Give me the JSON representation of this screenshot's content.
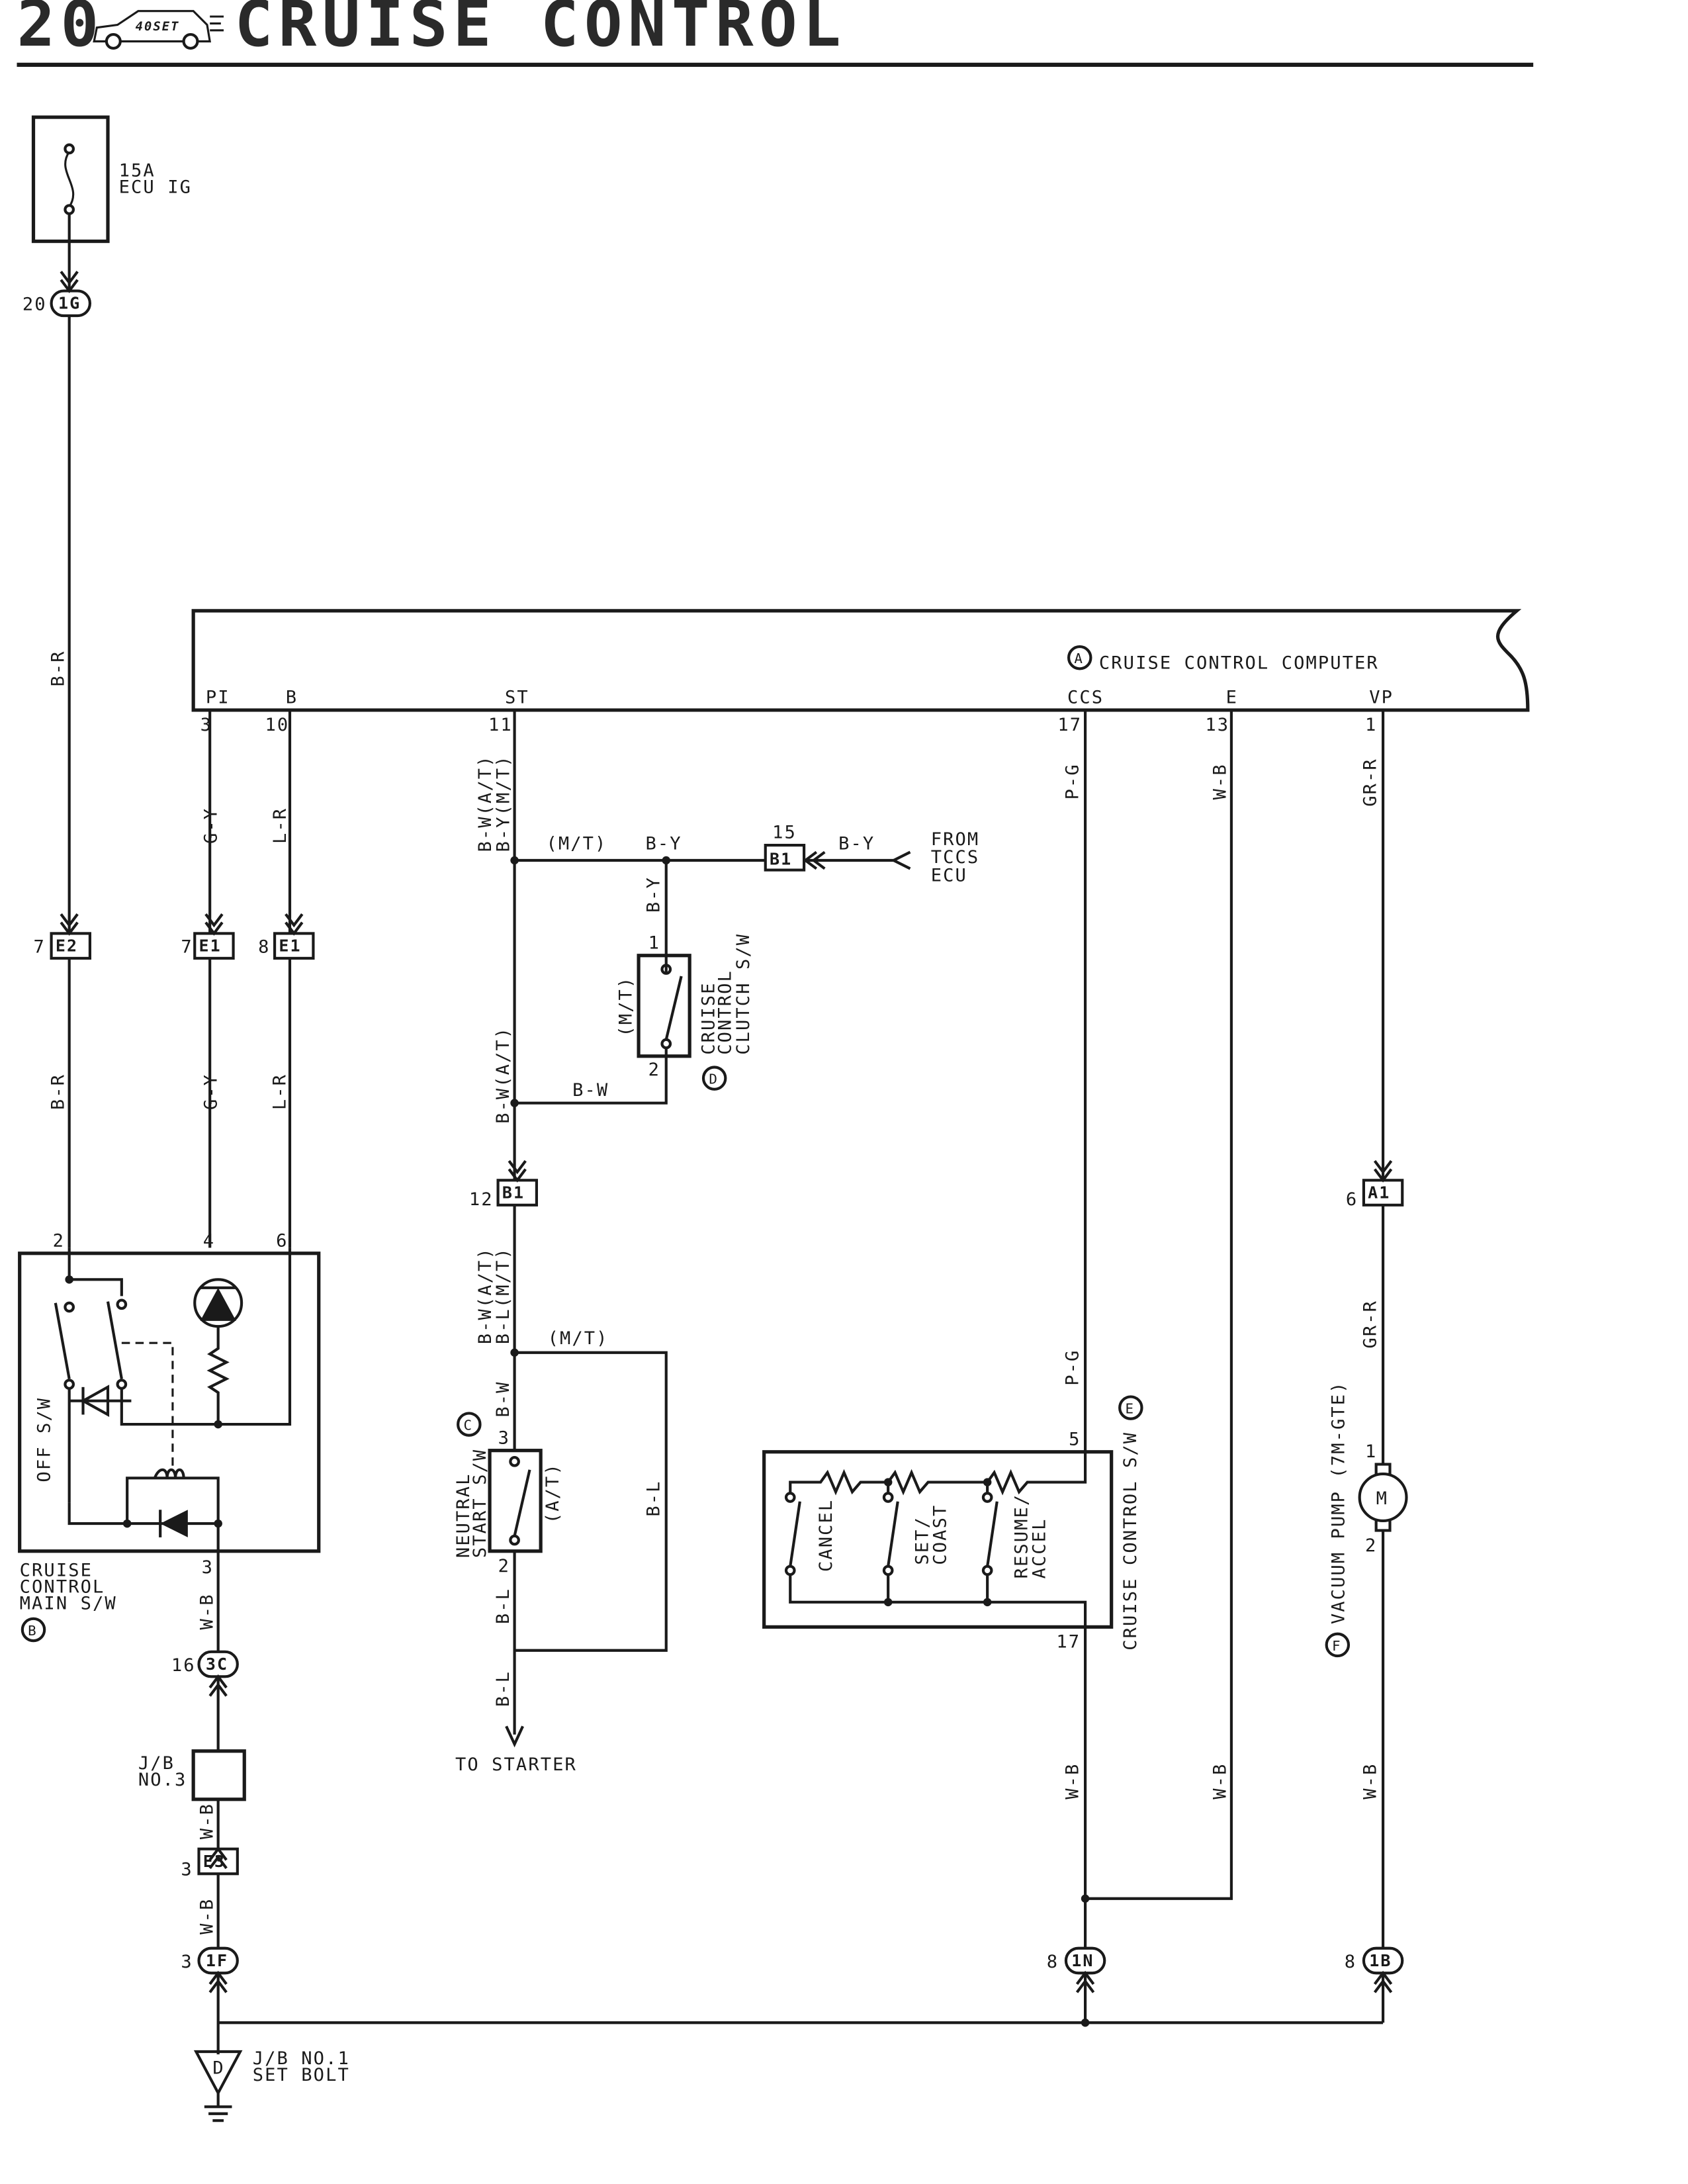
{
  "header": {
    "page_number": "20",
    "logo_text": "40SET",
    "title": "CRUISE CONTROL"
  },
  "fuse": {
    "rating": "15A",
    "name": "ECU IG"
  },
  "computer": {
    "letter": "A",
    "label": "CRUISE CONTROL COMPUTER",
    "pins": [
      {
        "name": "PI",
        "num": "3"
      },
      {
        "name": "B",
        "num": "10"
      },
      {
        "name": "ST",
        "num": "11"
      },
      {
        "name": "CCS",
        "num": "17"
      },
      {
        "name": "E",
        "num": "13"
      },
      {
        "name": "VP",
        "num": "1"
      }
    ]
  },
  "connectors": {
    "c1g": {
      "id": "1G",
      "pin": "20"
    },
    "e2": {
      "id": "E2",
      "pin": "7"
    },
    "e1a": {
      "id": "E1",
      "pin": "7"
    },
    "e1b": {
      "id": "E1",
      "pin": "8"
    },
    "b1a": {
      "id": "B1",
      "pin": "15"
    },
    "b1b": {
      "id": "B1",
      "pin": "12"
    },
    "a1": {
      "id": "A1",
      "pin": "6"
    },
    "c3c": {
      "id": "3C",
      "pin": "16"
    },
    "e3": {
      "id": "E3",
      "pin": "3"
    },
    "c1f": {
      "id": "1F",
      "pin": "3"
    },
    "c1n": {
      "id": "1N",
      "pin": "8"
    },
    "c1b": {
      "id": "1B",
      "pin": "8"
    }
  },
  "wire_colors": {
    "br": "B-R",
    "gy": "G-Y",
    "lr": "L-R",
    "bw_at": "B-W(A/T)",
    "by_mt": "B-Y(M/T)",
    "bl_mt": "B-L(M/T)",
    "mt": "(M/T)",
    "at": "(A/T)",
    "by": "B-Y",
    "bw": "B-W",
    "bl": "B-L",
    "wb": "W-B",
    "pg": "P-G",
    "grr": "GR-R"
  },
  "from_tccs": [
    "FROM",
    "TCCS",
    "ECU"
  ],
  "clutch_sw": {
    "letter": "D",
    "label": [
      "CRUISE",
      "CONTROL",
      "CLUTCH S/W"
    ],
    "pins": [
      "1",
      "2"
    ]
  },
  "neutral_sw": {
    "letter": "C",
    "label": [
      "NEUTRAL",
      "START S/W"
    ],
    "pins": [
      "3",
      "2"
    ]
  },
  "to_starter": "TO STARTER",
  "main_sw": {
    "letter": "B",
    "label": [
      "CRUISE",
      "CONTROL",
      "MAIN S/W"
    ],
    "off_label": "OFF S/W",
    "pins": [
      "2",
      "4",
      "6",
      "3"
    ]
  },
  "cruise_sw": {
    "letter": "E",
    "label": "CRUISE CONTROL S/W",
    "pins": [
      "5",
      "17"
    ],
    "switches": [
      "CANCEL",
      "SET/",
      "COAST",
      "RESUME/",
      "ACCEL"
    ]
  },
  "vacuum_pump": {
    "letter": "F",
    "label": "VACUUM PUMP (7M-GTE)",
    "motor": "M",
    "pins": [
      "1",
      "2"
    ]
  },
  "jb3": [
    "J/B",
    "NO.3"
  ],
  "ground": {
    "letter": "D",
    "label": [
      "J/B NO.1",
      "SET BOLT"
    ]
  }
}
